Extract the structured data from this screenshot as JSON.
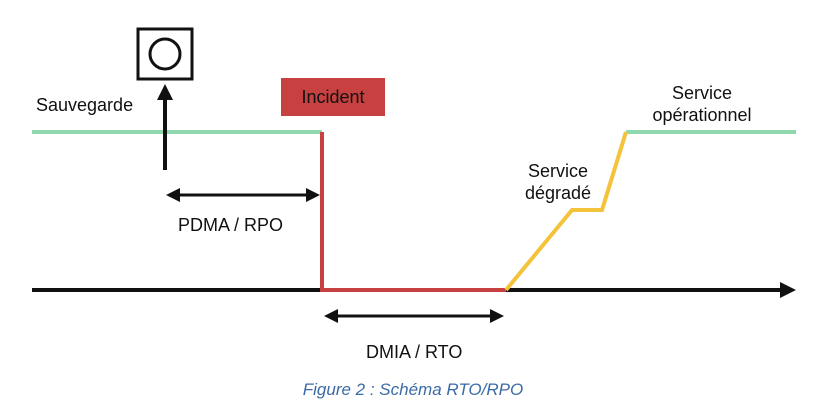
{
  "labels": {
    "backup": "Sauvegarde",
    "incident": "Incident",
    "rpo": "PDMA / RPO",
    "rto": "DMIA / RTO",
    "degraded_line1": "Service",
    "degraded_line2": "dégradé",
    "operational_line1": "Service",
    "operational_line2": "opérationnel"
  },
  "caption": "Figure 2 : Schéma RTO/RPO",
  "colors": {
    "service_line": "#8fd8b0",
    "incident": "#c6413f",
    "degraded": "#f4c33b",
    "axis": "#111111",
    "caption": "#3a6aa6"
  },
  "icons": {
    "backup": "backup-disk-icon"
  }
}
